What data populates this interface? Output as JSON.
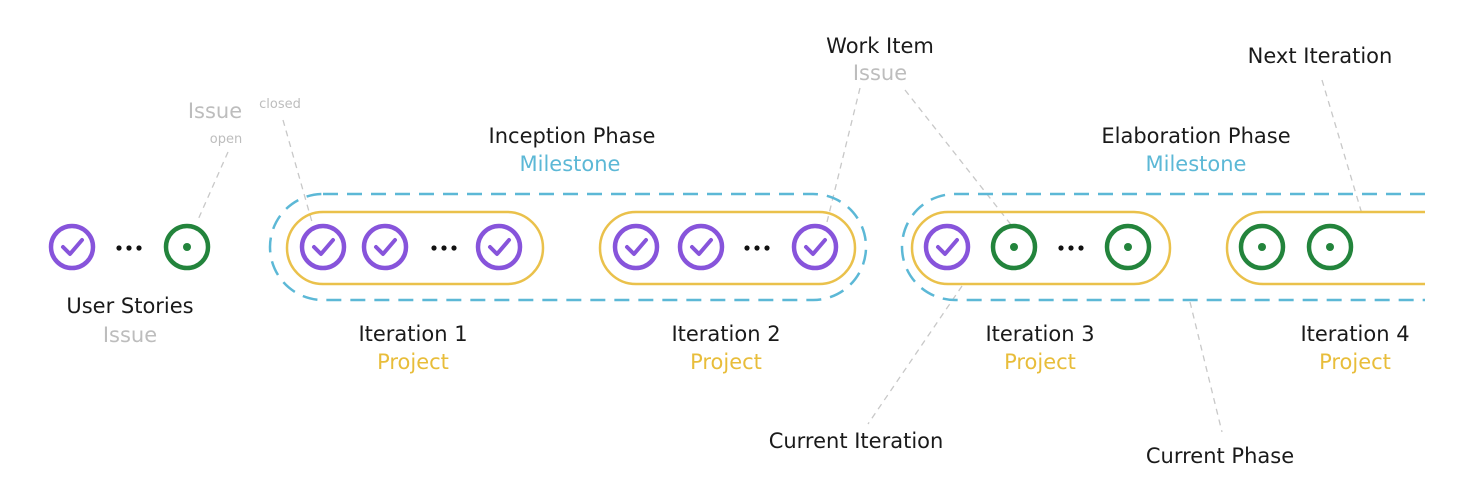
{
  "colors": {
    "closed": "#8754db",
    "open": "#23843c",
    "project": "#eac14b",
    "milestone": "#5cb8d6",
    "muted": "#bdbdbd"
  },
  "user_stories": {
    "title": "User Stories",
    "subtitle": "Issue"
  },
  "issue_legend": {
    "title": "Issue",
    "open_label": "open",
    "closed_label": "closed"
  },
  "work_item": {
    "title": "Work Item",
    "subtitle": "Issue"
  },
  "phases": [
    {
      "title": "Inception Phase",
      "subtitle": "Milestone"
    },
    {
      "title": "Elaboration Phase",
      "subtitle": "Milestone"
    }
  ],
  "iterations": [
    {
      "title": "Iteration 1",
      "subtitle": "Project"
    },
    {
      "title": "Iteration 2",
      "subtitle": "Project"
    },
    {
      "title": "Iteration 3",
      "subtitle": "Project"
    },
    {
      "title": "Iteration 4",
      "subtitle": "Project"
    }
  ],
  "callouts": {
    "next_iteration": "Next Iteration",
    "current_iteration": "Current Iteration",
    "current_phase": "Current Phase"
  }
}
